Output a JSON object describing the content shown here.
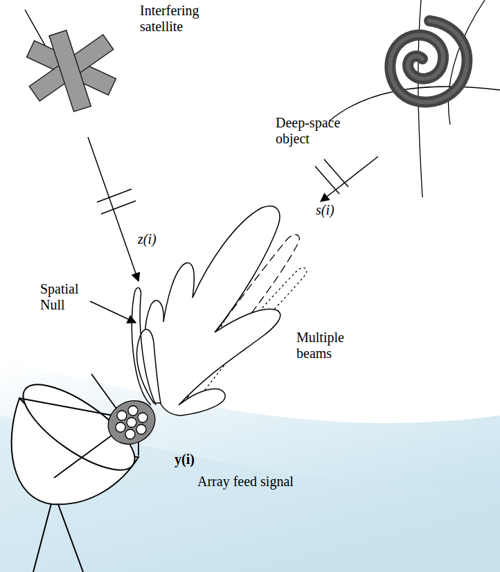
{
  "diagram": {
    "labels": [
      "Interfering satellite",
      "Deep-space object",
      "s(i)",
      "z(i)",
      "Spatial Null",
      "Multiple beams",
      "y(i)",
      "Array feed signal"
    ]
  }
}
